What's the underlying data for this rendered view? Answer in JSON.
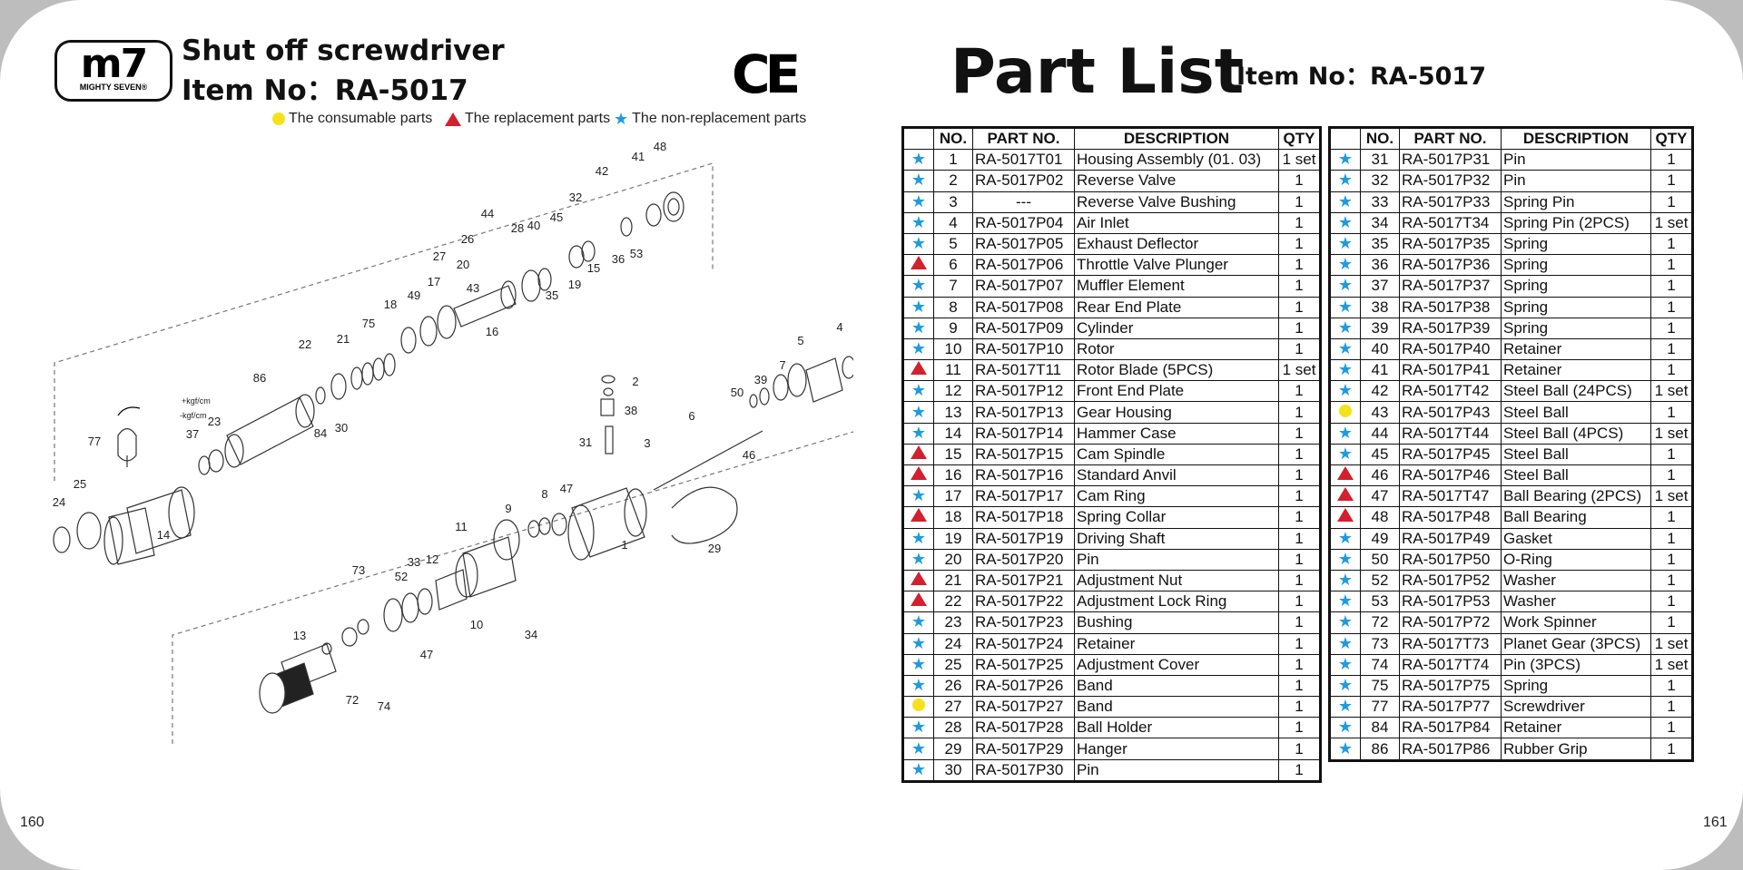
{
  "header": {
    "logo_text": "m7",
    "logo_sub": "MIGHTY SEVEN®",
    "title": "Shut off screwdriver",
    "item_no": "Item No：RA-5017",
    "ce_mark": "CE"
  },
  "legend": {
    "consumable": "The consumable parts",
    "replacement": "The replacement parts",
    "non_replacement": "The non-replacement parts"
  },
  "part_list": {
    "title": "Part List",
    "item_no": "Item No：RA-5017",
    "headers": {
      "no": "NO.",
      "part_no": "PART NO.",
      "description": "DESCRIPTION",
      "qty": "QTY"
    }
  },
  "diagram": {
    "torque_plus": "+kgf/cm",
    "torque_minus": "-kgf/cm",
    "callouts": [
      "1",
      "2",
      "3",
      "4",
      "5",
      "6",
      "7",
      "8",
      "9",
      "11",
      "12",
      "13",
      "14",
      "15",
      "16",
      "17",
      "18",
      "19",
      "20",
      "21",
      "22",
      "23",
      "24",
      "25",
      "26",
      "27",
      "28",
      "29",
      "30",
      "31",
      "32",
      "33",
      "34",
      "35",
      "36",
      "37",
      "38",
      "39",
      "40",
      "41",
      "42",
      "43",
      "44",
      "45",
      "46",
      "47",
      "48",
      "49",
      "50",
      "52",
      "53",
      "72",
      "73",
      "74",
      "75",
      "77",
      "84",
      "86"
    ]
  },
  "page_numbers": {
    "left": "160",
    "right": "161"
  },
  "colors": {
    "consumable": "#f5e21c",
    "replacement": "#d3202e",
    "non_replacement": "#1e9be0"
  },
  "table_left": [
    {
      "t": "star",
      "no": "1",
      "part": "RA-5017T01",
      "desc": "Housing Assembly (01. 03)",
      "qty": "1 set"
    },
    {
      "t": "star",
      "no": "2",
      "part": "RA-5017P02",
      "desc": "Reverse Valve",
      "qty": "1"
    },
    {
      "t": "star",
      "no": "3",
      "part": "---",
      "desc": "Reverse Valve Bushing",
      "qty": "1"
    },
    {
      "t": "star",
      "no": "4",
      "part": "RA-5017P04",
      "desc": "Air Inlet",
      "qty": "1"
    },
    {
      "t": "star",
      "no": "5",
      "part": "RA-5017P05",
      "desc": "Exhaust Deflector",
      "qty": "1"
    },
    {
      "t": "tri",
      "no": "6",
      "part": "RA-5017P06",
      "desc": "Throttle Valve Plunger",
      "qty": "1"
    },
    {
      "t": "star",
      "no": "7",
      "part": "RA-5017P07",
      "desc": "Muffler Element",
      "qty": "1"
    },
    {
      "t": "star",
      "no": "8",
      "part": "RA-5017P08",
      "desc": "Rear End Plate",
      "qty": "1"
    },
    {
      "t": "star",
      "no": "9",
      "part": "RA-5017P09",
      "desc": "Cylinder",
      "qty": "1"
    },
    {
      "t": "star",
      "no": "10",
      "part": "RA-5017P10",
      "desc": "Rotor",
      "qty": "1"
    },
    {
      "t": "tri",
      "no": "11",
      "part": "RA-5017T11",
      "desc": "Rotor Blade (5PCS)",
      "qty": "1 set"
    },
    {
      "t": "star",
      "no": "12",
      "part": "RA-5017P12",
      "desc": "Front End Plate",
      "qty": "1"
    },
    {
      "t": "star",
      "no": "13",
      "part": "RA-5017P13",
      "desc": "Gear Housing",
      "qty": "1"
    },
    {
      "t": "star",
      "no": "14",
      "part": "RA-5017P14",
      "desc": "Hammer Case",
      "qty": "1"
    },
    {
      "t": "tri",
      "no": "15",
      "part": "RA-5017P15",
      "desc": "Cam Spindle",
      "qty": "1"
    },
    {
      "t": "tri",
      "no": "16",
      "part": "RA-5017P16",
      "desc": "Standard Anvil",
      "qty": "1"
    },
    {
      "t": "star",
      "no": "17",
      "part": "RA-5017P17",
      "desc": "Cam Ring",
      "qty": "1"
    },
    {
      "t": "tri",
      "no": "18",
      "part": "RA-5017P18",
      "desc": "Spring Collar",
      "qty": "1"
    },
    {
      "t": "star",
      "no": "19",
      "part": "RA-5017P19",
      "desc": "Driving Shaft",
      "qty": "1"
    },
    {
      "t": "star",
      "no": "20",
      "part": "RA-5017P20",
      "desc": "Pin",
      "qty": "1"
    },
    {
      "t": "tri",
      "no": "21",
      "part": "RA-5017P21",
      "desc": "Adjustment Nut",
      "qty": "1"
    },
    {
      "t": "tri",
      "no": "22",
      "part": "RA-5017P22",
      "desc": "Adjustment Lock Ring",
      "qty": "1"
    },
    {
      "t": "star",
      "no": "23",
      "part": "RA-5017P23",
      "desc": "Bushing",
      "qty": "1"
    },
    {
      "t": "star",
      "no": "24",
      "part": "RA-5017P24",
      "desc": "Retainer",
      "qty": "1"
    },
    {
      "t": "star",
      "no": "25",
      "part": "RA-5017P25",
      "desc": "Adjustment Cover",
      "qty": "1"
    },
    {
      "t": "star",
      "no": "26",
      "part": "RA-5017P26",
      "desc": "Band",
      "qty": "1"
    },
    {
      "t": "dot",
      "no": "27",
      "part": "RA-5017P27",
      "desc": "Band",
      "qty": "1"
    },
    {
      "t": "star",
      "no": "28",
      "part": "RA-5017P28",
      "desc": "Ball Holder",
      "qty": "1"
    },
    {
      "t": "star",
      "no": "29",
      "part": "RA-5017P29",
      "desc": "Hanger",
      "qty": "1"
    },
    {
      "t": "star",
      "no": "30",
      "part": "RA-5017P30",
      "desc": "Pin",
      "qty": "1"
    }
  ],
  "table_right": [
    {
      "t": "star",
      "no": "31",
      "part": "RA-5017P31",
      "desc": "Pin",
      "qty": "1"
    },
    {
      "t": "star",
      "no": "32",
      "part": "RA-5017P32",
      "desc": "Pin",
      "qty": "1"
    },
    {
      "t": "star",
      "no": "33",
      "part": "RA-5017P33",
      "desc": "Spring Pin",
      "qty": "1"
    },
    {
      "t": "star",
      "no": "34",
      "part": "RA-5017T34",
      "desc": "Spring Pin (2PCS)",
      "qty": "1 set"
    },
    {
      "t": "star",
      "no": "35",
      "part": "RA-5017P35",
      "desc": "Spring",
      "qty": "1"
    },
    {
      "t": "star",
      "no": "36",
      "part": "RA-5017P36",
      "desc": "Spring",
      "qty": "1"
    },
    {
      "t": "star",
      "no": "37",
      "part": "RA-5017P37",
      "desc": "Spring",
      "qty": "1"
    },
    {
      "t": "star",
      "no": "38",
      "part": "RA-5017P38",
      "desc": "Spring",
      "qty": "1"
    },
    {
      "t": "star",
      "no": "39",
      "part": "RA-5017P39",
      "desc": "Spring",
      "qty": "1"
    },
    {
      "t": "star",
      "no": "40",
      "part": "RA-5017P40",
      "desc": "Retainer",
      "qty": "1"
    },
    {
      "t": "star",
      "no": "41",
      "part": "RA-5017P41",
      "desc": "Retainer",
      "qty": "1"
    },
    {
      "t": "star",
      "no": "42",
      "part": "RA-5017T42",
      "desc": "Steel Ball (24PCS)",
      "qty": "1 set"
    },
    {
      "t": "dot",
      "no": "43",
      "part": "RA-5017P43",
      "desc": "Steel Ball",
      "qty": "1"
    },
    {
      "t": "star",
      "no": "44",
      "part": "RA-5017T44",
      "desc": "Steel Ball (4PCS)",
      "qty": "1 set"
    },
    {
      "t": "star",
      "no": "45",
      "part": "RA-5017P45",
      "desc": "Steel Ball",
      "qty": "1"
    },
    {
      "t": "tri",
      "no": "46",
      "part": "RA-5017P46",
      "desc": "Steel Ball",
      "qty": "1"
    },
    {
      "t": "tri",
      "no": "47",
      "part": "RA-5017T47",
      "desc": "Ball Bearing (2PCS)",
      "qty": "1 set"
    },
    {
      "t": "tri",
      "no": "48",
      "part": "RA-5017P48",
      "desc": "Ball Bearing",
      "qty": "1"
    },
    {
      "t": "star",
      "no": "49",
      "part": "RA-5017P49",
      "desc": "Gasket",
      "qty": "1"
    },
    {
      "t": "star",
      "no": "50",
      "part": "RA-5017P50",
      "desc": "O-Ring",
      "qty": "1"
    },
    {
      "t": "star",
      "no": "52",
      "part": "RA-5017P52",
      "desc": "Washer",
      "qty": "1"
    },
    {
      "t": "star",
      "no": "53",
      "part": "RA-5017P53",
      "desc": "Washer",
      "qty": "1"
    },
    {
      "t": "star",
      "no": "72",
      "part": "RA-5017P72",
      "desc": "Work Spinner",
      "qty": "1"
    },
    {
      "t": "star",
      "no": "73",
      "part": "RA-5017T73",
      "desc": "Planet Gear (3PCS)",
      "qty": "1 set"
    },
    {
      "t": "star",
      "no": "74",
      "part": "RA-5017T74",
      "desc": "Pin (3PCS)",
      "qty": "1 set"
    },
    {
      "t": "star",
      "no": "75",
      "part": "RA-5017P75",
      "desc": "Spring",
      "qty": "1"
    },
    {
      "t": "star",
      "no": "77",
      "part": "RA-5017P77",
      "desc": "Screwdriver",
      "qty": "1"
    },
    {
      "t": "star",
      "no": "84",
      "part": "RA-5017P84",
      "desc": "Retainer",
      "qty": "1"
    },
    {
      "t": "star",
      "no": "86",
      "part": "RA-5017P86",
      "desc": "Rubber Grip",
      "qty": "1"
    }
  ]
}
